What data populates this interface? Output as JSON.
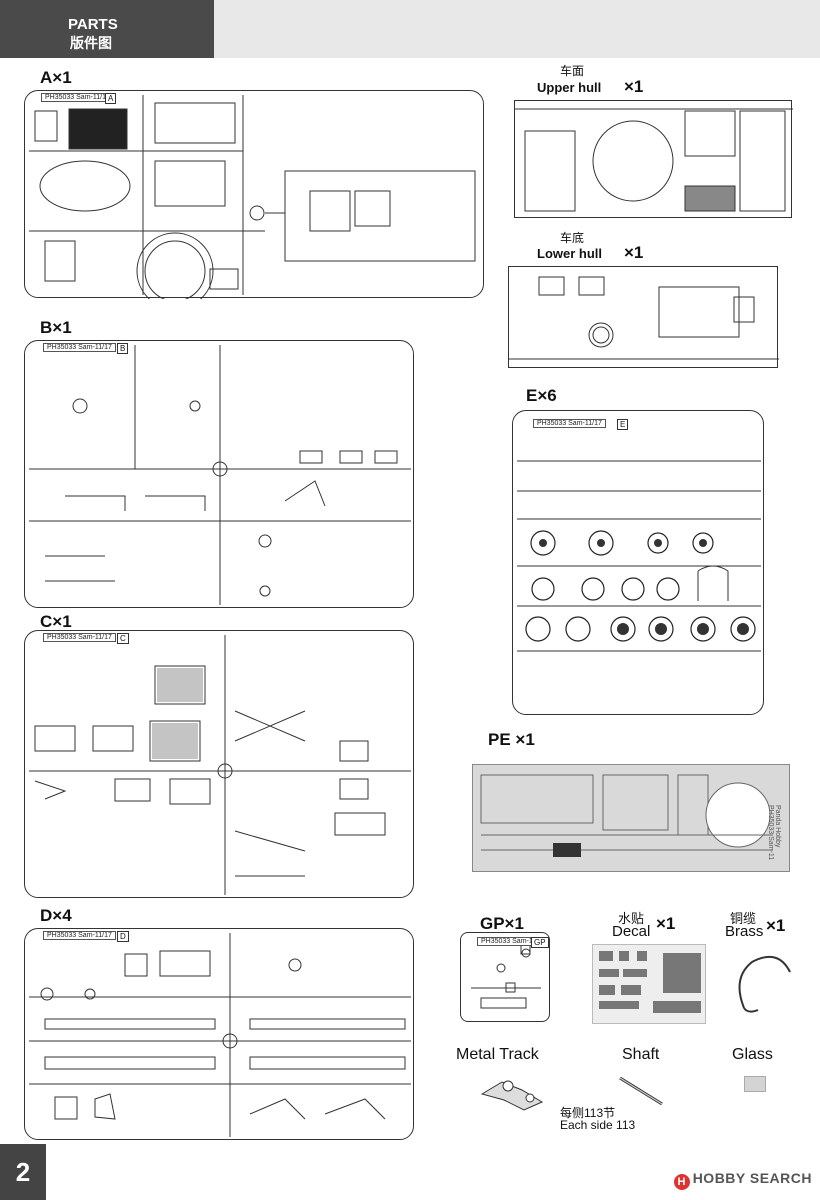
{
  "header": {
    "title_en": "PARTS",
    "title_cn": "版件图"
  },
  "page_number": "2",
  "watermark": {
    "logo_letter": "H",
    "text": "HOBBY SEARCH"
  },
  "sprues": {
    "A": {
      "label": "A×1",
      "code": "PH35033 Sam-11/17",
      "letter": "A"
    },
    "B": {
      "label": "B×1",
      "code": "PH35033 Sam-11/17",
      "letter": "B"
    },
    "C": {
      "label": "C×1",
      "code": "PH35033 Sam-11/17",
      "letter": "C"
    },
    "D": {
      "label": "D×4",
      "code": "PH35033 Sam-11/17",
      "letter": "D"
    },
    "E": {
      "label": "E×6",
      "code": "PH35033 Sam-11/17",
      "letter": "E"
    },
    "GP": {
      "label": "GP×1",
      "code": "PH35033 Sam-11",
      "letter": "GP"
    }
  },
  "hull": {
    "upper": {
      "cn": "车面",
      "en": "Upper hull",
      "qty": "×1"
    },
    "lower": {
      "cn": "车底",
      "en": "Lower hull",
      "qty": "×1"
    }
  },
  "pe": {
    "label": "PE ×1",
    "vertical_text": "Panda Hobby PH35033 Sam-11"
  },
  "decal": {
    "cn": "水贴",
    "en": "Decal",
    "qty": "×1"
  },
  "brass": {
    "cn": "铜缆",
    "en": "Brass",
    "qty": "×1"
  },
  "metal_track": {
    "label": "Metal Track",
    "note_cn": "每侧113节",
    "note_en": "Each side 113"
  },
  "shaft": {
    "label": "Shaft"
  },
  "glass": {
    "label": "Glass"
  },
  "colors": {
    "header_dark": "#4a4a4a",
    "header_light": "#e8e8e8",
    "pe_sheet": "#d9d9d9",
    "line": "#333333"
  }
}
